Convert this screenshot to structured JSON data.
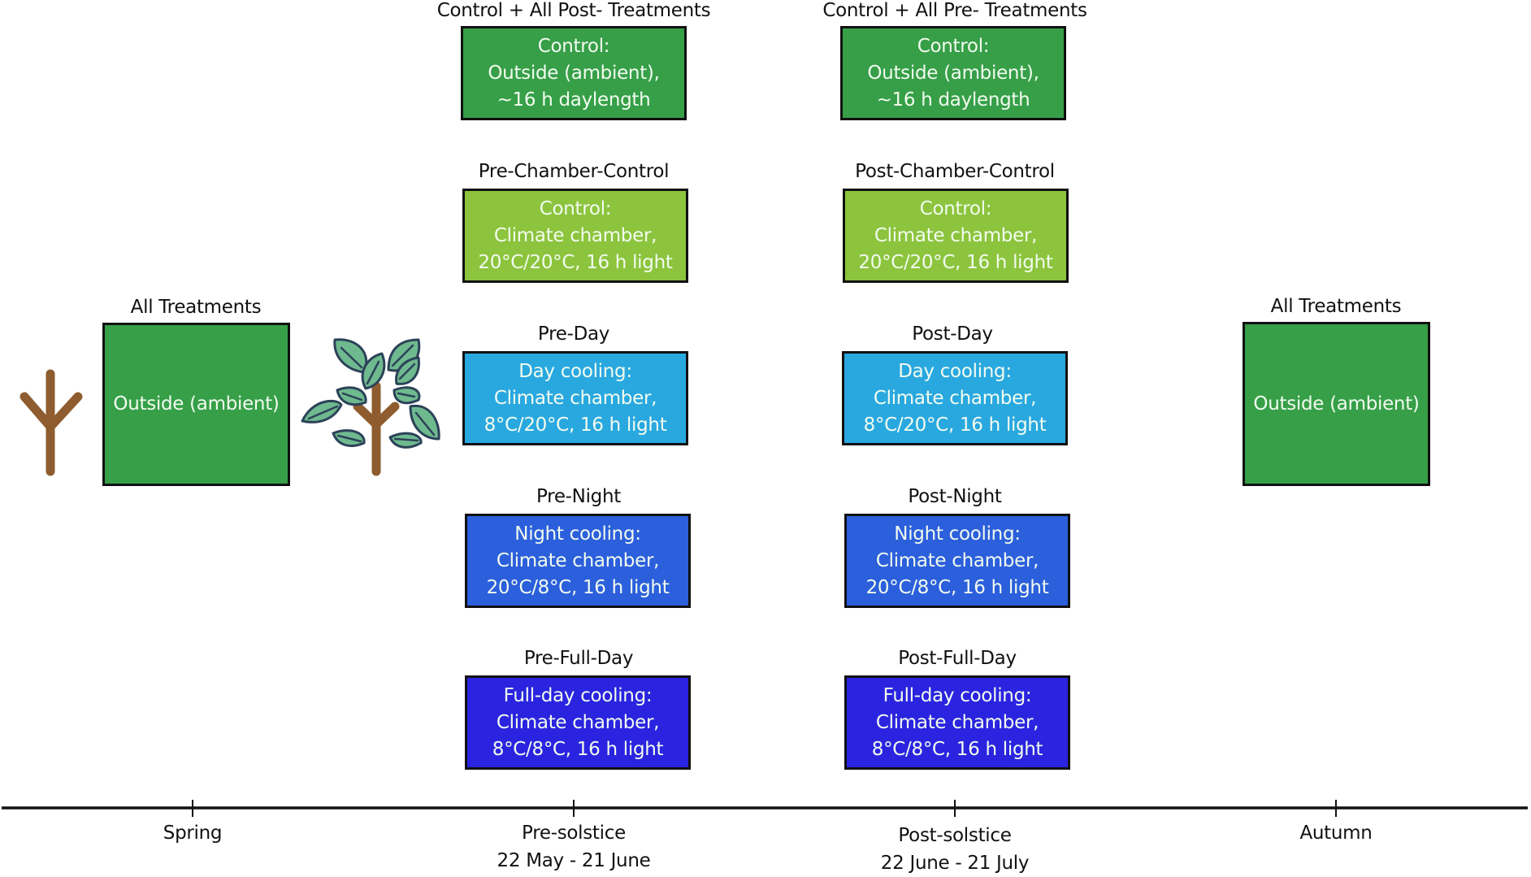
{
  "figure": {
    "colors": {
      "outside_green": "#369f48",
      "chamber_lightgreen": "#8cc43d",
      "day_cooling": "#29a8e0",
      "night_cooling": "#2b5fdc",
      "fullday_cooling": "#2a24e0",
      "branch_brown": "#8e5c2e",
      "leaf_green": "#6fb98f",
      "leaf_outline": "#2b4258",
      "text_dark": "#111111"
    },
    "start": {
      "header": "All Treatments",
      "lines": [
        "Outside (ambient)"
      ]
    },
    "end": {
      "header": "All Treatments",
      "lines": [
        "Outside (ambient)"
      ]
    },
    "icons": {
      "bare": "bare-branch-icon",
      "leafy": "leafy-sapling-icon"
    },
    "pre_column": [
      {
        "header": "Control + All Post- Treatments",
        "lines": [
          "Control:",
          "Outside (ambient),",
          "~16 h daylength"
        ],
        "kind": "outside"
      },
      {
        "header": "Pre-Chamber-Control",
        "lines": [
          "Control:",
          "Climate chamber,",
          "20°C/20°C, 16 h light"
        ],
        "kind": "chamber"
      },
      {
        "header": "Pre-Day",
        "lines": [
          "Day cooling:",
          "Climate chamber,",
          "8°C/20°C, 16 h light"
        ],
        "kind": "day"
      },
      {
        "header": "Pre-Night",
        "lines": [
          "Night cooling:",
          "Climate chamber,",
          "20°C/8°C, 16 h light"
        ],
        "kind": "night"
      },
      {
        "header": "Pre-Full-Day",
        "lines": [
          "Full-day cooling:",
          "Climate chamber,",
          "8°C/8°C, 16 h light"
        ],
        "kind": "fullday"
      }
    ],
    "post_column": [
      {
        "header": "Control + All Pre- Treatments",
        "lines": [
          "Control:",
          "Outside (ambient),",
          "~16 h daylength"
        ],
        "kind": "outside"
      },
      {
        "header": "Post-Chamber-Control",
        "lines": [
          "Control:",
          "Climate chamber,",
          "20°C/20°C, 16 h light"
        ],
        "kind": "chamber"
      },
      {
        "header": "Post-Day",
        "lines": [
          "Day cooling:",
          "Climate chamber,",
          "8°C/20°C, 16 h light"
        ],
        "kind": "day"
      },
      {
        "header": "Post-Night",
        "lines": [
          "Night cooling:",
          "Climate chamber,",
          "20°C/8°C, 16 h light"
        ],
        "kind": "night"
      },
      {
        "header": "Post-Full-Day",
        "lines": [
          "Full-day cooling:",
          "Climate chamber,",
          "8°C/8°C, 16 h light"
        ],
        "kind": "fullday"
      }
    ],
    "timeline": [
      {
        "label": "Spring",
        "sub": ""
      },
      {
        "label": "Pre-solstice",
        "sub": "22 May - 21 June"
      },
      {
        "label": "Post-solstice",
        "sub": "22 June - 21 July"
      },
      {
        "label": "Autumn",
        "sub": ""
      }
    ]
  }
}
